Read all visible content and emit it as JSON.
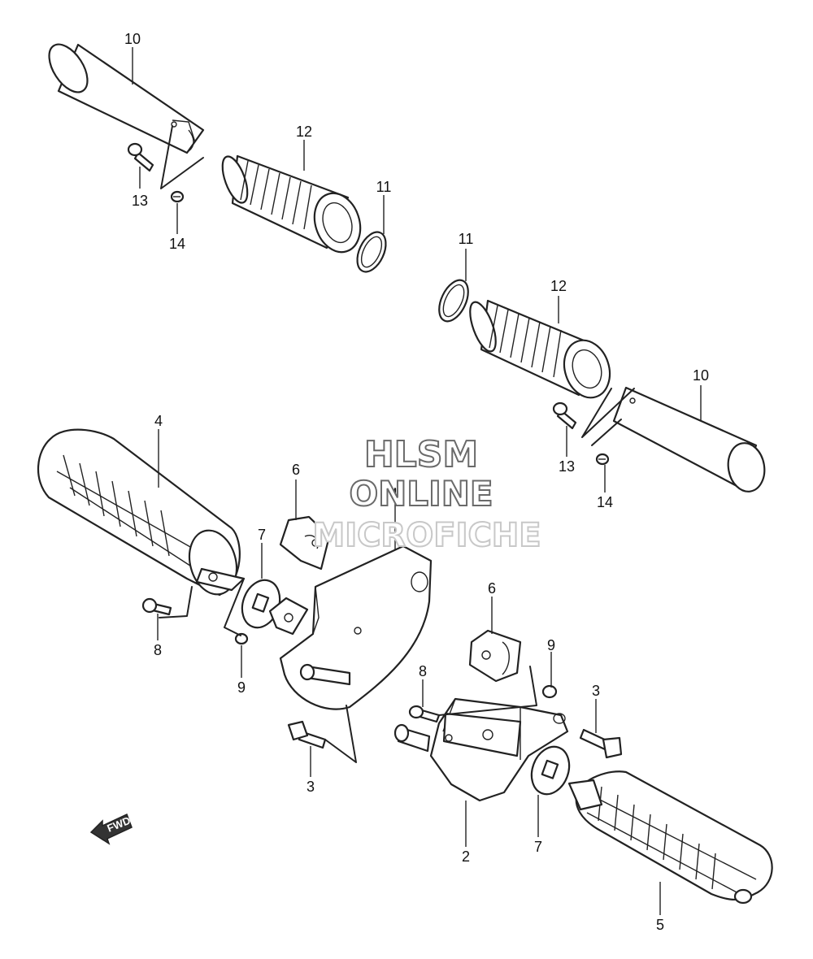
{
  "callouts": {
    "left_peg_10": "10",
    "left_rubber_12": "12",
    "left_washer_11": "11",
    "left_pin_13": "13",
    "left_clip_14": "14",
    "right_washer_11": "11",
    "right_rubber_12": "12",
    "right_peg_10": "10",
    "right_pin_13": "13",
    "right_clip_14": "14",
    "front_left_peg_4": "4",
    "bracket_1": "1",
    "spring_left_6": "6",
    "spring_right_6": "6",
    "ball_left_7": "7",
    "ball_right_7": "7",
    "pin_left_8": "8",
    "pin_right_8": "8",
    "clip_left_9": "9",
    "clip_right_9": "9",
    "bolt_left_3": "3",
    "bolt_right_3": "3",
    "bracket_2": "2",
    "front_right_peg_5": "5"
  },
  "watermark": {
    "line1": "HLSM",
    "line2": "ONLINE",
    "line3": "MICROFICHE"
  },
  "fwd_label": "FWD",
  "colors": {
    "line": "#222222",
    "background": "#ffffff",
    "watermark_stroke": "#6a6a6a"
  }
}
